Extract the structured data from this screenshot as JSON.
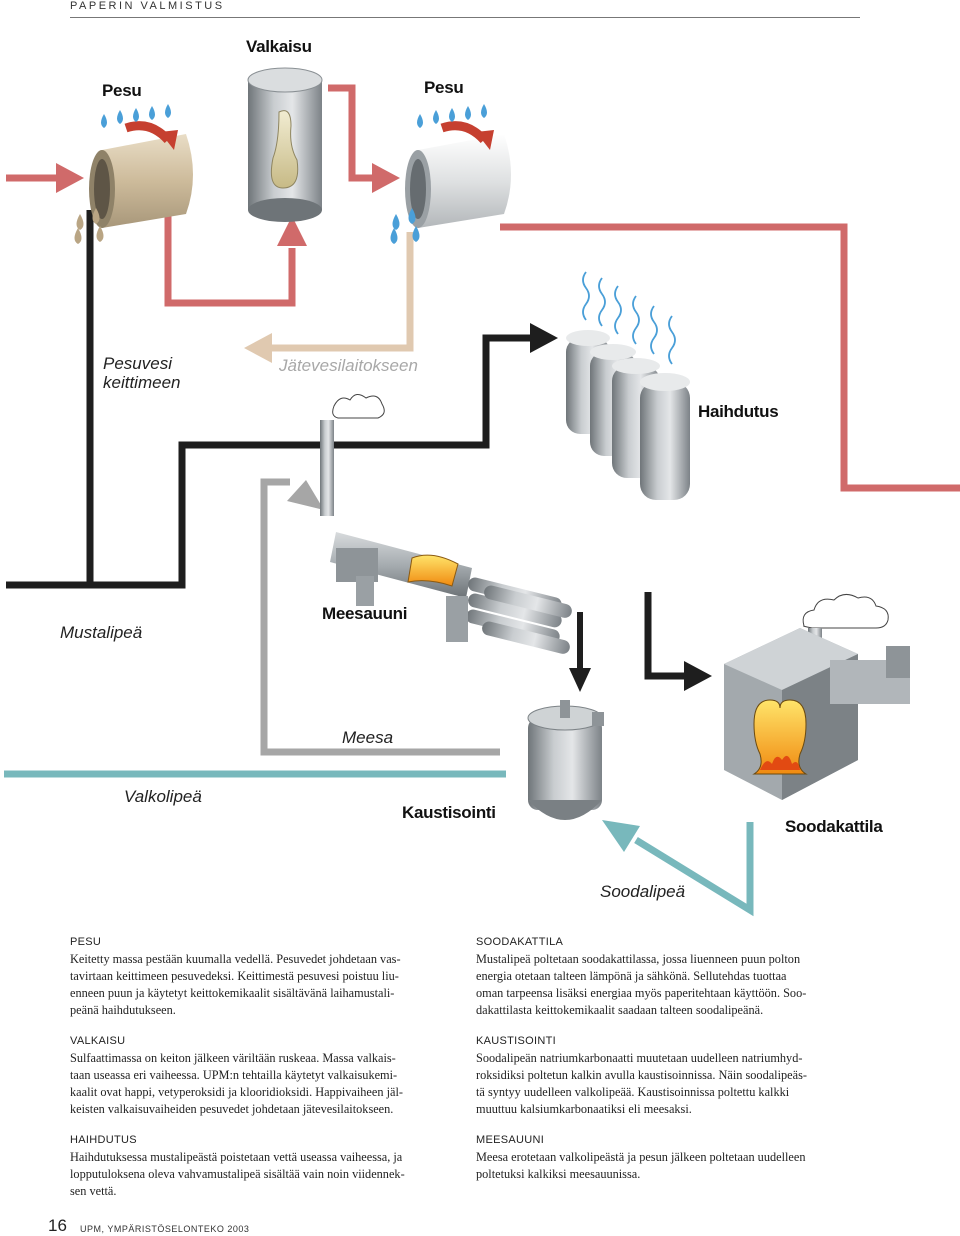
{
  "header": {
    "section": "PAPERIN VALMISTUS"
  },
  "diagram": {
    "labels": {
      "valkaisu": "Valkaisu",
      "pesu1": "Pesu",
      "pesu2": "Pesu",
      "pesuvesi_line1": "Pesuvesi",
      "pesuvesi_line2": "keittimeen",
      "jatevesilaitokseen": "Jätevesilaitokseen",
      "haihdutus": "Haihdutus",
      "mustalipea": "Mustalipeä",
      "meesauuni": "Meesauuni",
      "meesa": "Meesa",
      "valkolipea": "Valkolipeä",
      "kaustisointi": "Kaustisointi",
      "soodakattila": "Soodakattila",
      "soodalipea": "Soodalipeä"
    },
    "colors": {
      "pink": "#d06a6a",
      "black": "#1e1e1e",
      "gray": "#a6a6a6",
      "beige": "#e0c9b0",
      "teal": "#78b8bc",
      "metal": "#9aa0a4",
      "water": "#4a9fd8",
      "flame": "#f2a21a"
    }
  },
  "sections": {
    "pesu": {
      "title": "PESU",
      "lines": [
        "Keitetty massa pestään kuumalla vedellä. Pesuvedet johdetaan vas-",
        "tavirtaan keittimeen pesuvedeksi. Keittimestä pesuvesi poistuu liu-",
        "enneen puun ja käytetyt keittokemikaalit sisältävänä laihamustali-",
        "peänä haihdutukseen."
      ]
    },
    "valkaisu": {
      "title": "VALKAISU",
      "lines": [
        "Sulfaattimassa on keiton jälkeen väriltään ruskeaa. Massa valkais-",
        "taan useassa eri vaiheessa. UPM:n tehtailla käytetyt valkaisukemi-",
        "kaalit ovat happi, vetyperoksidi ja klooridioksidi. Happivaiheen jäl-",
        "keisten valkaisuvaiheiden pesuvedet johdetaan jätevesilaitokseen."
      ]
    },
    "haihdutus": {
      "title": "HAIHDUTUS",
      "lines": [
        "Haihdutuksessa mustalipeästä poistetaan vettä useassa vaiheessa, ja",
        "lopputuloksena oleva vahvamustalipeä sisältää vain noin viidennek-",
        "sen vettä."
      ]
    },
    "soodakattila": {
      "title": "SOODAKATTILA",
      "lines": [
        "Mustalipeä poltetaan soodakattilassa, jossa liuenneen puun polton",
        "energia otetaan talteen lämpönä ja sähkönä. Sellutehdas tuottaa",
        "oman tarpeensa lisäksi energiaa myös paperitehtaan käyttöön. Soo-",
        "dakattilasta keittokemikaalit saadaan talteen soodalipeänä."
      ]
    },
    "kaustisointi": {
      "title": "KAUSTISOINTI",
      "lines": [
        "Soodalipeän natriumkarbonaatti muutetaan uudelleen natriumhyd-",
        "roksidiksi poltetun kalkin avulla kaustisoinnissa. Näin soodalipeäs-",
        "tä syntyy uudelleen valkolipeää. Kaustisoinnissa poltettu kalkki",
        "muuttuu kalsiumkarbonaatiksi eli meesaksi."
      ]
    },
    "meesauuni": {
      "title": "MEESAUUNI",
      "lines": [
        "Meesa erotetaan valkolipeästä ja pesun jälkeen poltetaan uudelleen",
        "poltetuksi kalkiksi meesauunissa."
      ]
    }
  },
  "footer": {
    "page_number": "16",
    "publication": "UPM, YMPÄRISTÖSELONTEKO 2003"
  }
}
